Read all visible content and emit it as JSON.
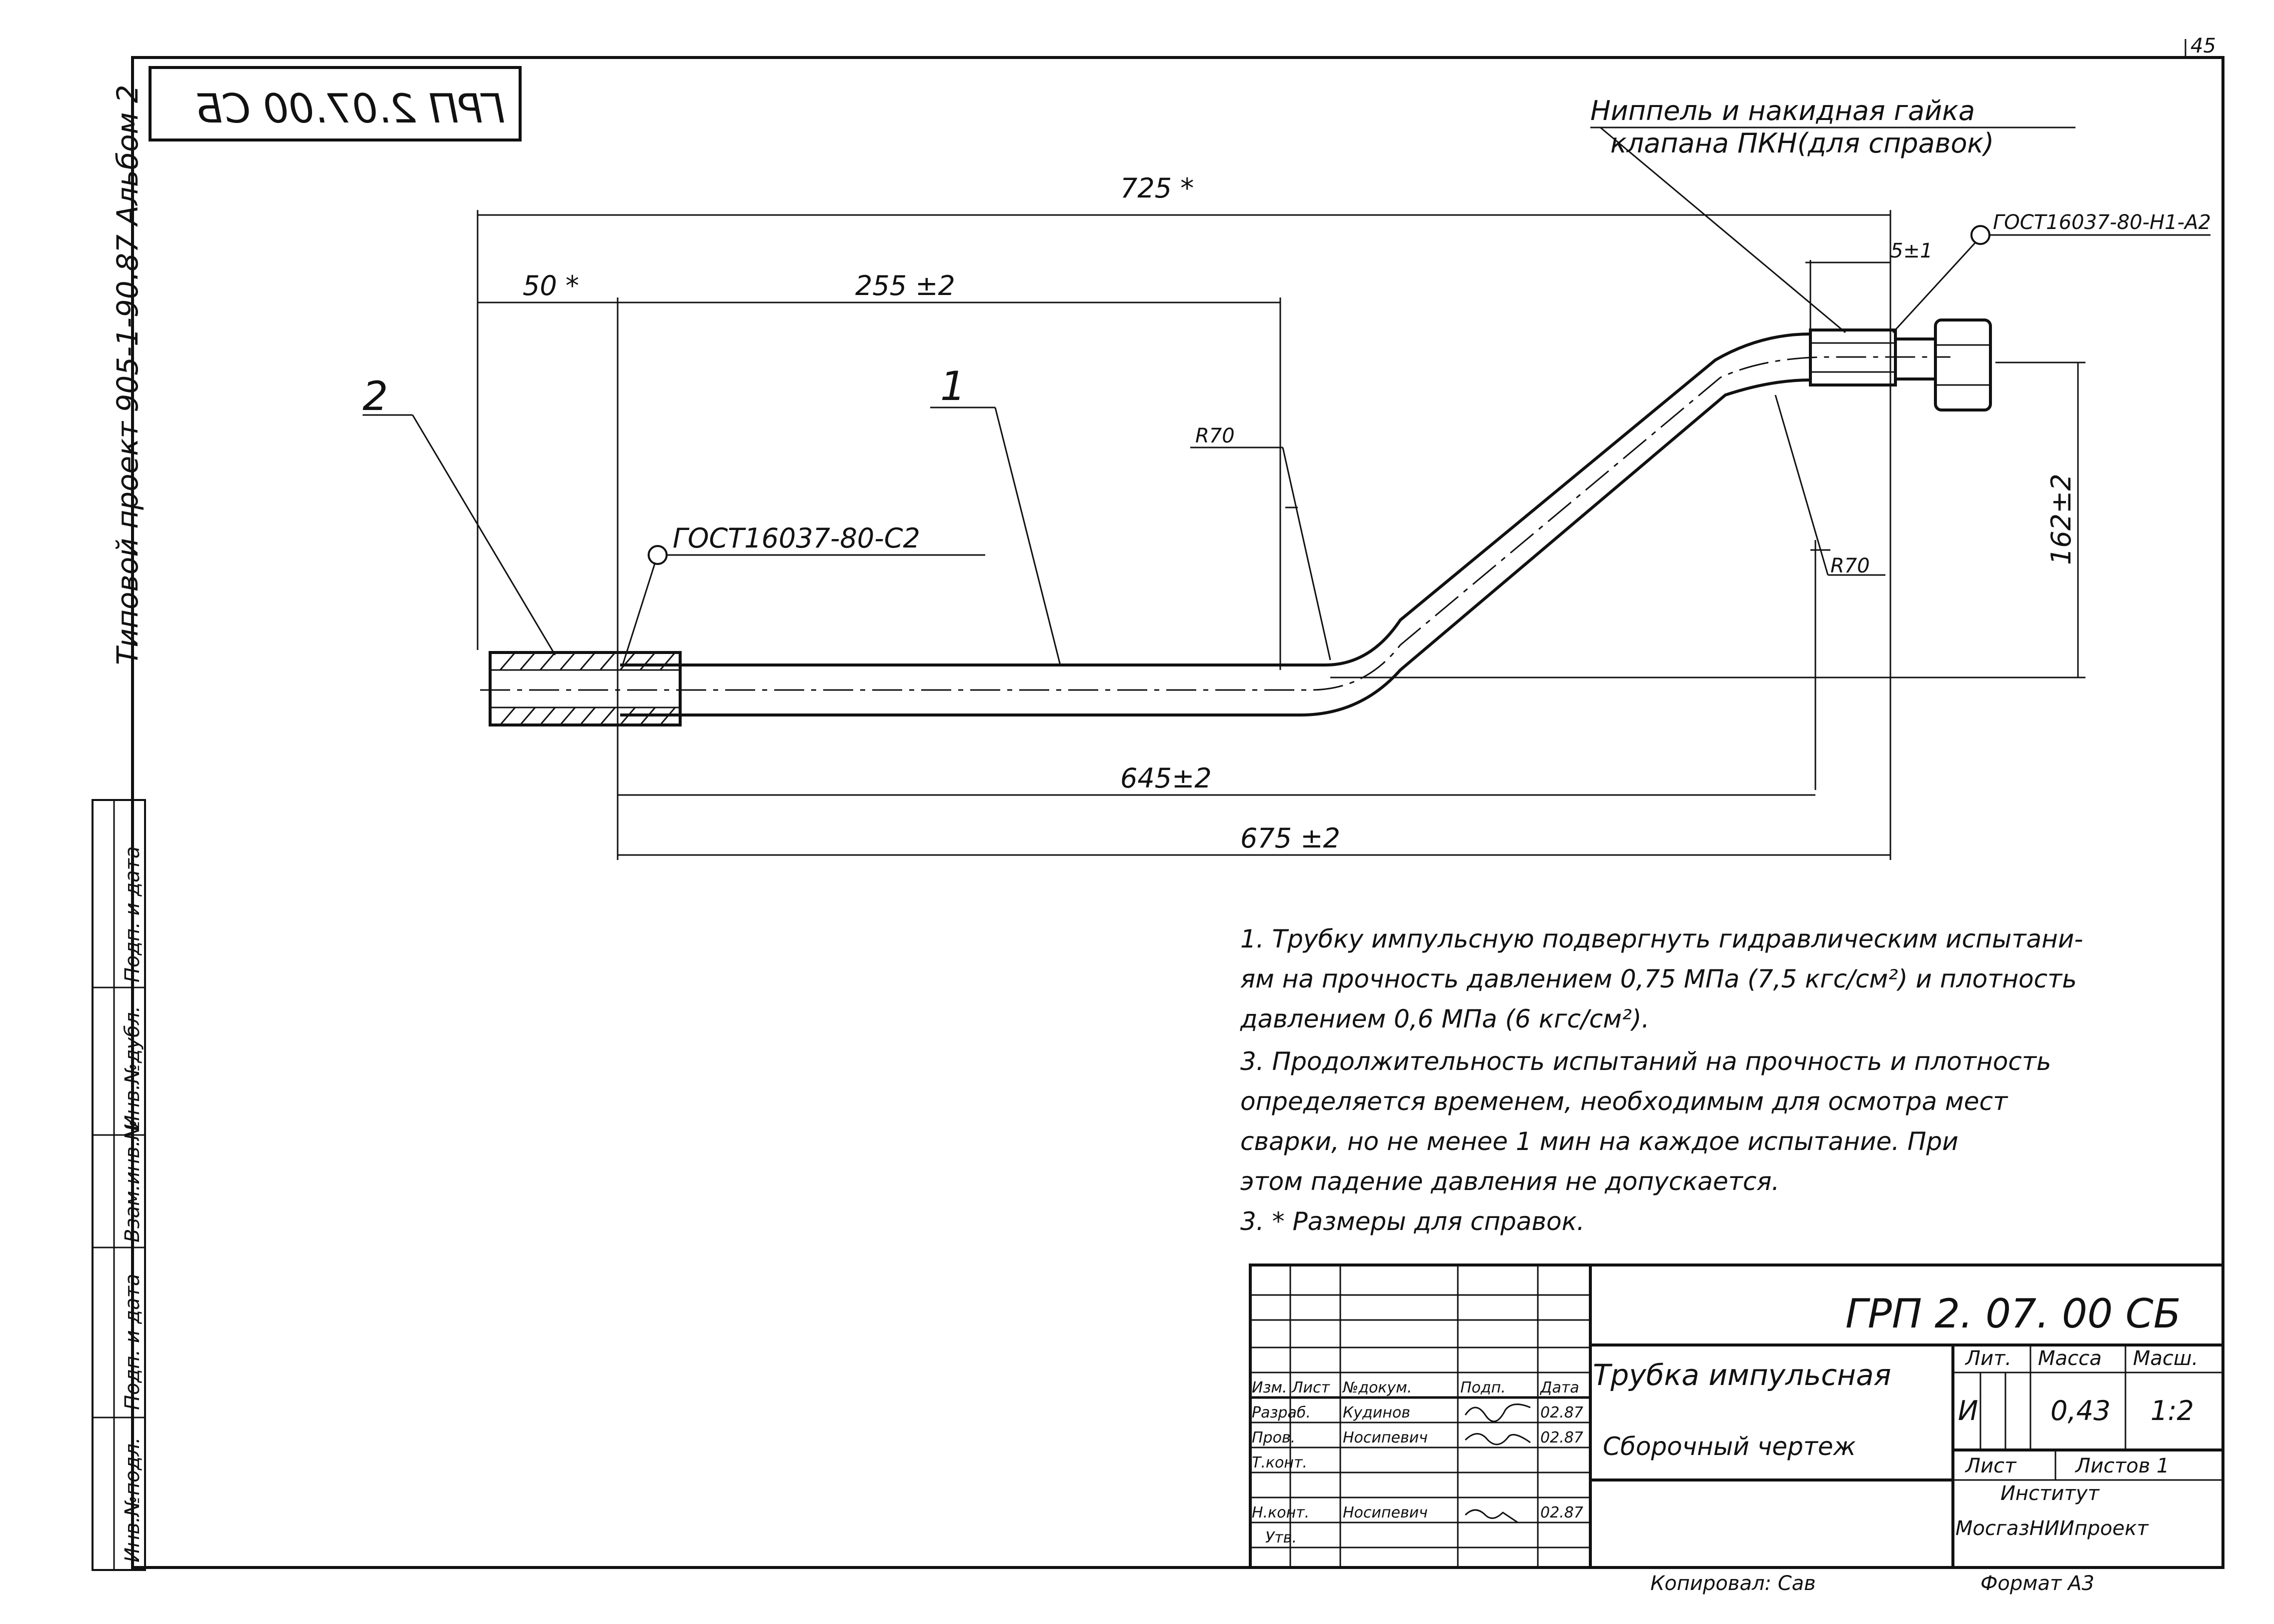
{
  "sheet": {
    "page_number": "45",
    "mirrored_code": "ГРП 2.07.00 СБ",
    "side_project_label": "Типовой проект 905-1-90.87 Альбом 2",
    "side_columns": [
      "Инв.№подл.",
      "Подп. и дата",
      "Взам.инв.№",
      "Инв.№дубл.",
      "Подп. и дата"
    ]
  },
  "drawing": {
    "callout_nipple_line1": "Ниппель и накидная гайка",
    "callout_nipple_line2": "клапана ПКН(для справок)",
    "weld_top_right": "ГОСТ16037-80-Н1-А2",
    "weld_left": "ГОСТ16037-80-С2",
    "dim_total": "725 *",
    "dim_50": "50 *",
    "dim_255": "255 ±2",
    "dim_5": "5±1",
    "dim_r70_a": "R70",
    "dim_r70_b": "R70",
    "dim_162": "162±2",
    "dim_645": "645±2",
    "dim_675": "675 ±2",
    "pos_1": "1",
    "pos_2": "2"
  },
  "notes": [
    "1. Трубку импульсную подвергнуть гидравлическим испытани-",
    "ям на прочность давлением 0,75 МПа (7,5 кгс/см²) и плотность",
    "давлением 0,6 МПа (6 кгс/см²).",
    "3. Продолжительность испытаний на прочность и плотность",
    "определяется временем, необходимым для осмотра мест",
    "сварки, но не менее 1 мин на каждое испытание. При",
    "этом падение давления не допускается.",
    "3. * Размеры для справок."
  ],
  "title_block": {
    "doc_code": "ГРП 2. 07. 00 СБ",
    "name_line1": "Трубка импульсная",
    "name_line2": "Сборочный чертеж",
    "col_izm": "Изм.",
    "col_list": "Лист",
    "col_doc": "№докум.",
    "col_podp": "Подп.",
    "col_date": "Дата",
    "role_razrab": "Разраб.",
    "name_razrab": "Кудинов",
    "date_razrab": "02.87",
    "role_prov": "Пров.",
    "name_prov": "Носипевич",
    "date_prov": "02.87",
    "role_tkont": "Т.конт.",
    "role_nkont": "Н.конт.",
    "name_nkont": "Носипевич",
    "date_nkont": "02.87",
    "role_utv": "Утв.",
    "lit_label": "Лит.",
    "mass_label": "Масса",
    "scale_label": "Масш.",
    "lit_value": "И",
    "mass_value": "0,43",
    "scale_value": "1:2",
    "sheet_label": "Лист",
    "sheets_label": "Листов 1",
    "org_line1": "Институт",
    "org_line2": "МосгазНИИпроект",
    "copied": "Копировал: Сав",
    "format": "Формат А3"
  }
}
